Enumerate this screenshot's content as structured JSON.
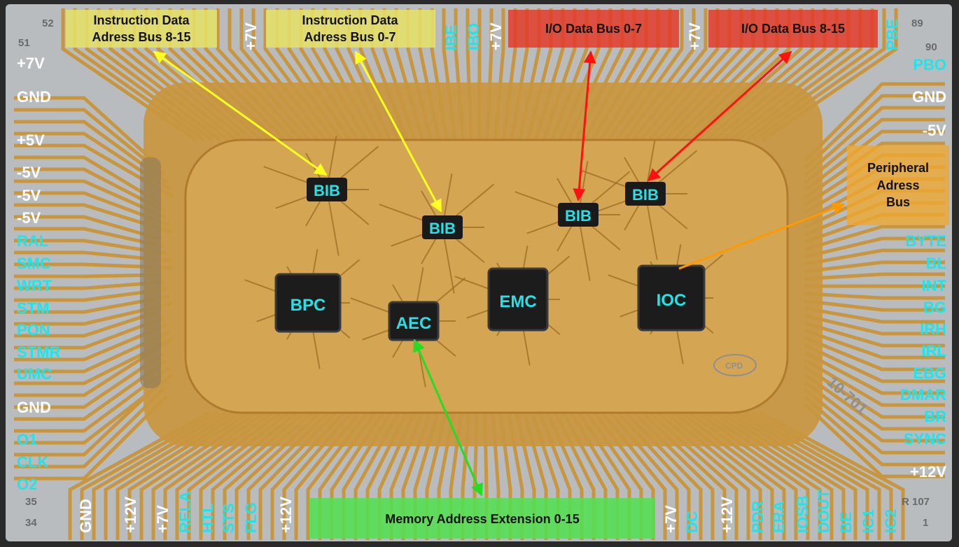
{
  "colors": {
    "substrate": "#b8bcbe",
    "gold": "#c8963f",
    "gold_light": "#d9ad5c",
    "label_white": "#ffffff",
    "label_cyan": "#22e3e8",
    "box_yellow": "#e5e06a",
    "box_red": "#e23c2c",
    "box_green": "#52e052",
    "box_orange": "#f0a830",
    "arrow_yellow": "#ffff22",
    "arrow_red": "#ff1111",
    "arrow_green": "#22dd22",
    "arrow_orange": "#ff9900",
    "chip": "#1a1a1a"
  },
  "corner_marks": {
    "tl_top": "52",
    "tl_left": "51",
    "tr_top": "89",
    "tr_right": "90",
    "bl_top": "35",
    "bl_bottom": "34",
    "br_label": "R 107",
    "br_number": "1",
    "logo": "CPD",
    "part_number": "10-701"
  },
  "left_pins": [
    {
      "label": "+7V",
      "kind": "power"
    },
    {
      "label": "GND",
      "kind": "power"
    },
    {
      "label": "+5V",
      "kind": "power"
    },
    {
      "label": "-5V",
      "kind": "power"
    },
    {
      "label": "-5V",
      "kind": "power"
    },
    {
      "label": "-5V",
      "kind": "power"
    },
    {
      "label": "RAL",
      "kind": "signal"
    },
    {
      "label": "SMC",
      "kind": "signal"
    },
    {
      "label": "WRT",
      "kind": "signal"
    },
    {
      "label": "STM",
      "kind": "signal"
    },
    {
      "label": "PON",
      "kind": "signal"
    },
    {
      "label": "STMR",
      "kind": "signal"
    },
    {
      "label": "UMC",
      "kind": "signal"
    },
    {
      "label": "GND",
      "kind": "power"
    },
    {
      "label": "O1",
      "kind": "signal"
    },
    {
      "label": "CLK",
      "kind": "signal"
    },
    {
      "label": "O2",
      "kind": "signal"
    }
  ],
  "right_pins": [
    {
      "label": "PBO",
      "kind": "signal"
    },
    {
      "label": "GND",
      "kind": "power"
    },
    {
      "label": "-5V",
      "kind": "power"
    },
    {
      "label": "BYTE",
      "kind": "signal"
    },
    {
      "label": "BL",
      "kind": "signal"
    },
    {
      "label": "INT",
      "kind": "signal"
    },
    {
      "label": "BG",
      "kind": "signal"
    },
    {
      "label": "IRH",
      "kind": "signal"
    },
    {
      "label": "IRL",
      "kind": "signal"
    },
    {
      "label": "EBG",
      "kind": "signal"
    },
    {
      "label": "DMAR",
      "kind": "signal"
    },
    {
      "label": "BR",
      "kind": "signal"
    },
    {
      "label": "SYNC",
      "kind": "signal"
    },
    {
      "label": "+12V",
      "kind": "power"
    }
  ],
  "top_pins": [
    {
      "label": "+7V",
      "kind": "power"
    },
    {
      "label": "IBE",
      "kind": "signal"
    },
    {
      "label": "IBO",
      "kind": "signal"
    },
    {
      "label": "+7V",
      "kind": "power"
    },
    {
      "label": "+7V",
      "kind": "power"
    },
    {
      "label": "PBE",
      "kind": "signal"
    }
  ],
  "bottom_pins": [
    {
      "label": "GND",
      "kind": "power"
    },
    {
      "label": "+12V",
      "kind": "power"
    },
    {
      "label": "+7V",
      "kind": "power"
    },
    {
      "label": "RELA",
      "kind": "signal"
    },
    {
      "label": "HTL",
      "kind": "signal"
    },
    {
      "label": "STS",
      "kind": "signal"
    },
    {
      "label": "FLG",
      "kind": "signal"
    },
    {
      "label": "+12V",
      "kind": "power"
    },
    {
      "label": "+7V",
      "kind": "power"
    },
    {
      "label": "DC",
      "kind": "signal"
    },
    {
      "label": "+12V",
      "kind": "power"
    },
    {
      "label": "PDR",
      "kind": "signal"
    },
    {
      "label": "ERA",
      "kind": "signal"
    },
    {
      "label": "IOSB",
      "kind": "signal"
    },
    {
      "label": "DOUT",
      "kind": "signal"
    },
    {
      "label": "BE",
      "kind": "signal"
    },
    {
      "label": "IC1",
      "kind": "signal"
    },
    {
      "label": "IC2",
      "kind": "signal"
    }
  ],
  "bus_boxes": [
    {
      "id": "ida-8-15",
      "line1": "Instruction Data",
      "line2": "Adress Bus 8-15",
      "color": "yellow"
    },
    {
      "id": "ida-0-7",
      "line1": "Instruction Data",
      "line2": "Adress Bus 0-7",
      "color": "yellow"
    },
    {
      "id": "io-0-7",
      "line1": "I/O Data Bus 0-7",
      "line2": "",
      "color": "red"
    },
    {
      "id": "io-8-15",
      "line1": "I/O Data Bus 8-15",
      "line2": "",
      "color": "red"
    },
    {
      "id": "periph",
      "line1": "Peripheral",
      "line2": "Adress",
      "line3": "Bus",
      "color": "orange"
    },
    {
      "id": "mem-ext",
      "line1": "Memory Address Extension 0-15",
      "line2": "",
      "color": "green"
    }
  ],
  "chips": [
    {
      "id": "bib-1",
      "label": "BIB"
    },
    {
      "id": "bib-2",
      "label": "BIB"
    },
    {
      "id": "bib-3",
      "label": "BIB"
    },
    {
      "id": "bib-4",
      "label": "BIB"
    },
    {
      "id": "bpc",
      "label": "BPC"
    },
    {
      "id": "aec",
      "label": "AEC"
    },
    {
      "id": "emc",
      "label": "EMC"
    },
    {
      "id": "ioc",
      "label": "IOC"
    }
  ]
}
